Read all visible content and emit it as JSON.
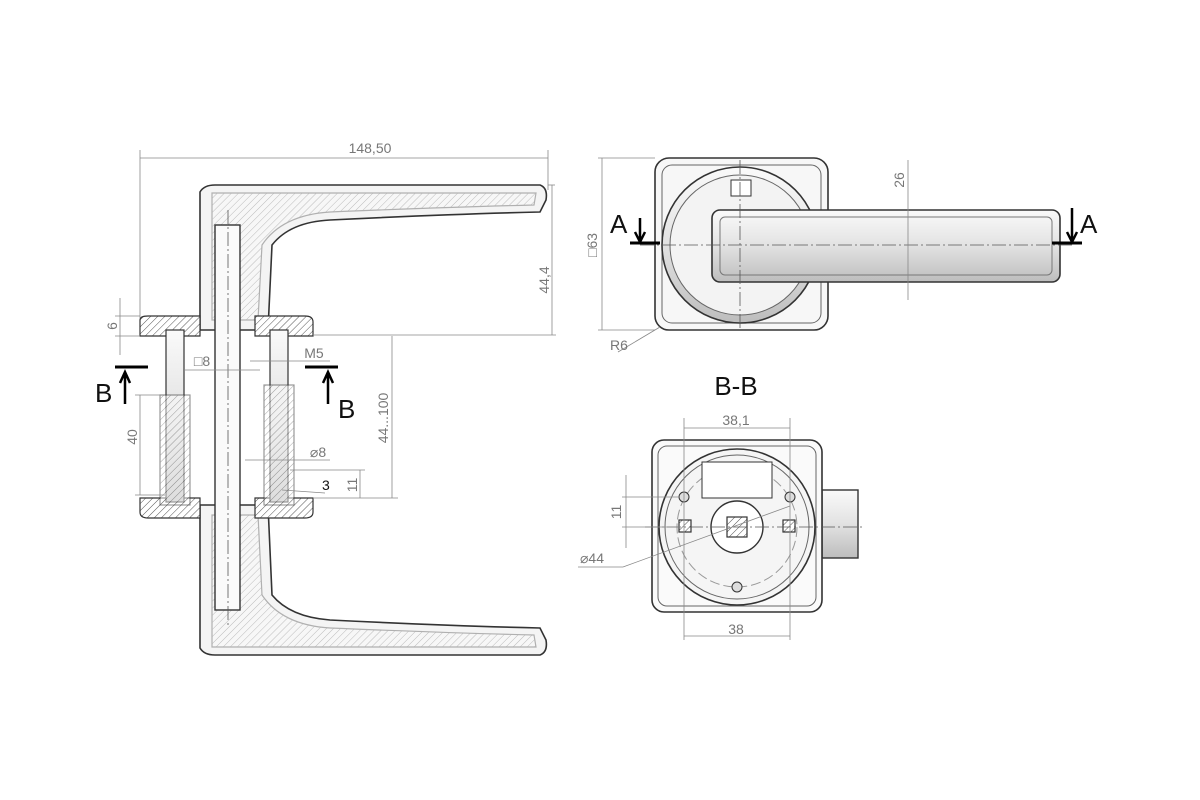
{
  "front_view": {
    "overall_width": "148,50",
    "lever_height": "44,4",
    "rosette_thickness": "6",
    "spindle_square": "□8",
    "screw_thread": "M5",
    "section_mark_left": "B",
    "section_mark_right": "B",
    "screw_length": "40",
    "door_thickness_range": "44...100",
    "sleeve_diameter": "⌀8",
    "item_number": "3",
    "offset": "11"
  },
  "top_view": {
    "section_mark_left": "A",
    "section_mark_right": "A",
    "rosette_size": "□63",
    "lever_width": "26",
    "corner_radius": "R6"
  },
  "section_view": {
    "title": "B-B",
    "top_spacing": "38,1",
    "bottom_spacing": "38",
    "vertical_offset": "11",
    "diameter": "⌀44"
  }
}
